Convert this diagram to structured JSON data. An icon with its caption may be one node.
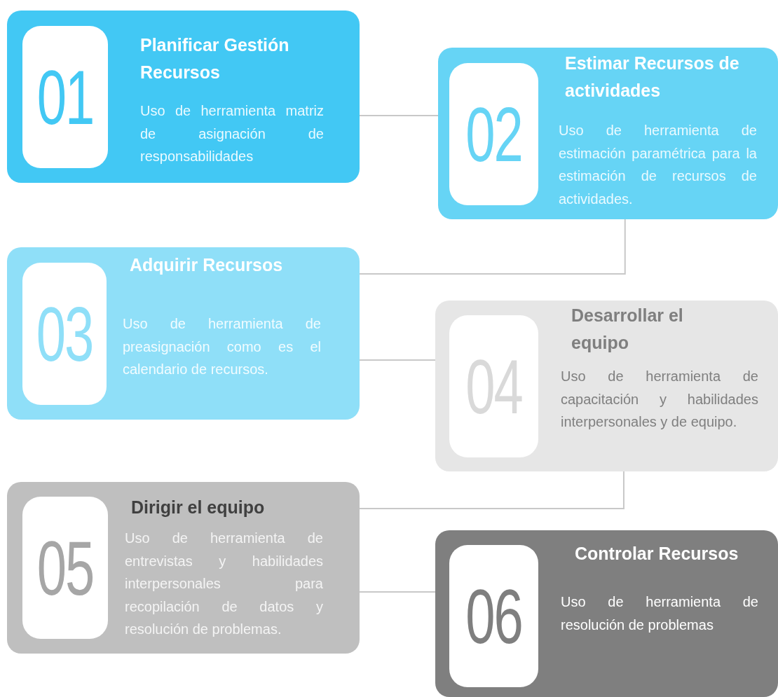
{
  "diagram": {
    "nodes": [
      {
        "text": [
          "Planificar Gestión Recursos",
          "Uso de herramienta matriz de asignación de responsabilidades"
        ]
      },
      {
        "text": [
          "01"
        ],
        "in": 0
      },
      {
        "text": [
          "Estimar Recursos de actividades",
          "Uso de herramienta de estimación paramétrica para la estimación de recursos de actividades."
        ]
      },
      {
        "text": [
          "02"
        ],
        "in": 2
      },
      {
        "text": [
          "Adquirir Recursos",
          "Uso de herramienta de preasignación como es el calendario de recursos."
        ]
      },
      {
        "text": [
          "03"
        ],
        "in": 4
      },
      {
        "text": [
          "Desarrollar el equipo",
          "Uso de herramienta de capacitación y habilidades interpersonales y de equipo."
        ]
      },
      {
        "text": [
          "04"
        ],
        "in": 6
      },
      {
        "text": [
          "Dirigir el equipo",
          "Uso de herramienta de entrevistas y habilidades interpersonales para recopilación de datos y resolución de problemas."
        ]
      },
      {
        "text": [
          "05"
        ],
        "in": 8
      },
      {
        "text": [
          "Controlar Recursos",
          "Uso de herramienta de resolución de problemas"
        ]
      },
      {
        "text": [
          "06"
        ],
        "in": 10
      }
    ],
    "edges": [
      {
        "from": 0,
        "to": 2,
        "arrow": "none"
      },
      {
        "from": 2,
        "to": 4,
        "arrow": "none"
      },
      {
        "from": 4,
        "to": 6,
        "arrow": "none"
      },
      {
        "from": 6,
        "to": 8,
        "arrow": "none"
      },
      {
        "from": 8,
        "to": 10,
        "arrow": "none"
      }
    ]
  }
}
